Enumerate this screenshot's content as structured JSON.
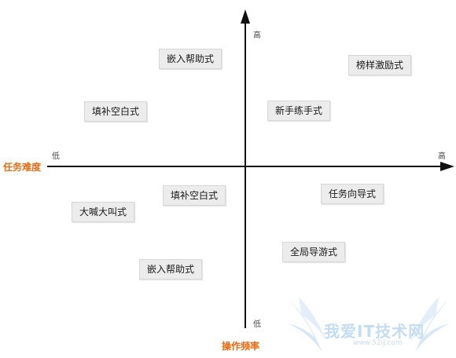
{
  "axes": {
    "x_title": "任务难度",
    "y_title": "操作频率",
    "x_low": "低",
    "x_high": "高",
    "y_high": "高",
    "y_low": "低"
  },
  "quadrants": {
    "top_left": [
      "嵌入帮助式",
      "填补空白式"
    ],
    "top_right": [
      "榜样激励式",
      "新手练手式"
    ],
    "bottom_left": [
      "填补空白式",
      "大喊大叫式",
      "嵌入帮助式"
    ],
    "bottom_right": [
      "任务向导式",
      "全局导游式"
    ]
  },
  "colors": {
    "axis": "#111111",
    "box_fill": "#ececec",
    "axis_title": "#e86b13",
    "watermark": "#c3ddf3"
  },
  "watermark": {
    "text": "我爱IT技术网",
    "url": "www.52ij.com",
    "icon": "wings-icon"
  }
}
